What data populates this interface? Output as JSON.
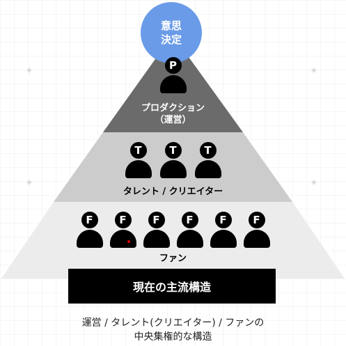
{
  "top_circle": {
    "label": "意思\n決定",
    "color": "#6a9be8"
  },
  "tiers": [
    {
      "name": "production",
      "label": "プロダクション\n（運営）",
      "color": "#6b6b6b",
      "icon_letter": "P",
      "count": 1
    },
    {
      "name": "talent",
      "label": "タレント / クリエイター",
      "color": "#cccccc",
      "icon_letter": "T",
      "count": 3
    },
    {
      "name": "fan",
      "label": "ファン",
      "color": "#ececec",
      "icon_letter": "F",
      "count": 6
    }
  ],
  "banner": {
    "label": "現在の主流構造"
  },
  "caption": "運営 / タレント(クリエイター) / ファンの\n中央集権的な構造"
}
